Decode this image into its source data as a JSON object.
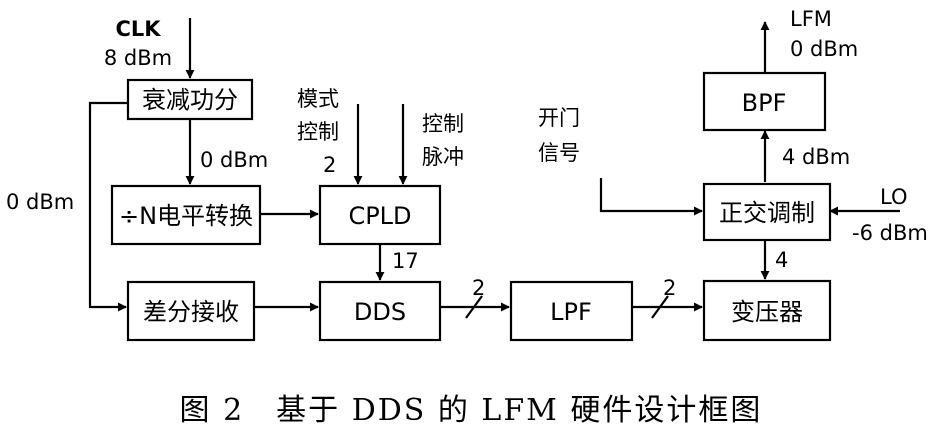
{
  "blocks": {
    "atten": "衰减功分",
    "divider": "÷N电平转换",
    "cpld": "CPLD",
    "diff": "差分接收",
    "dds": "DDS",
    "lpf": "LPF",
    "transformer": "变压器",
    "quad": "正交调制",
    "bpf": "BPF"
  },
  "labels": {
    "clk": "CLK",
    "clk_power": "8 dBm",
    "atten_out": "0 dBm",
    "side_power": "0 dBm",
    "mode_line1": "模式",
    "mode_line2": "控制",
    "mode_width": "2",
    "pulse_line1": "控制",
    "pulse_line2": "脉冲",
    "cpld_bus": "17",
    "dds_bus": "2",
    "lpf_bus": "2",
    "gate_line1": "开门",
    "gate_line2": "信号",
    "quad_bus": "4",
    "bpf_in": "4 dBm",
    "lfm": "LFM",
    "lfm_power": "0 dBm",
    "lo": "LO",
    "lo_power": "-6 dBm"
  },
  "caption": "图 2　基于 DDS 的 LFM 硬件设计框图"
}
